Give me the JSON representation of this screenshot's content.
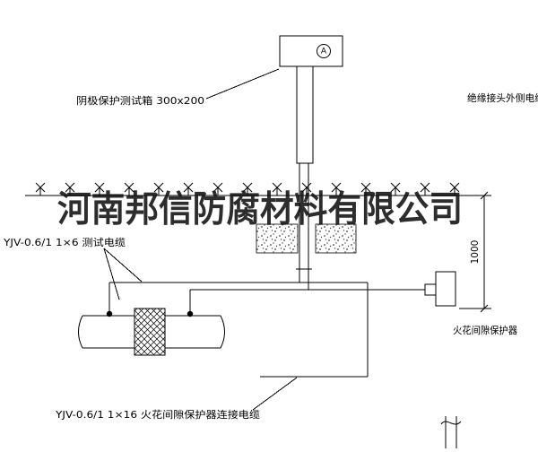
{
  "watermark": {
    "text": "河南邦信防腐材料有限公司"
  },
  "labels": {
    "test_box": "阴极保护测试箱 300x200",
    "outer_cable": "绝缘接头外侧电缆",
    "test_cable": "YJV-0.6/1 1×6 测试电缆",
    "protector": "火花间隙保护器",
    "protector_cable": "YJV-0.6/1 1×16 火花间隙保护器连接电缆",
    "meter_symbol": "A",
    "dim_depth": "1000"
  },
  "colors": {
    "line": "#000000",
    "background": "#ffffff",
    "watermark": "#111111"
  }
}
